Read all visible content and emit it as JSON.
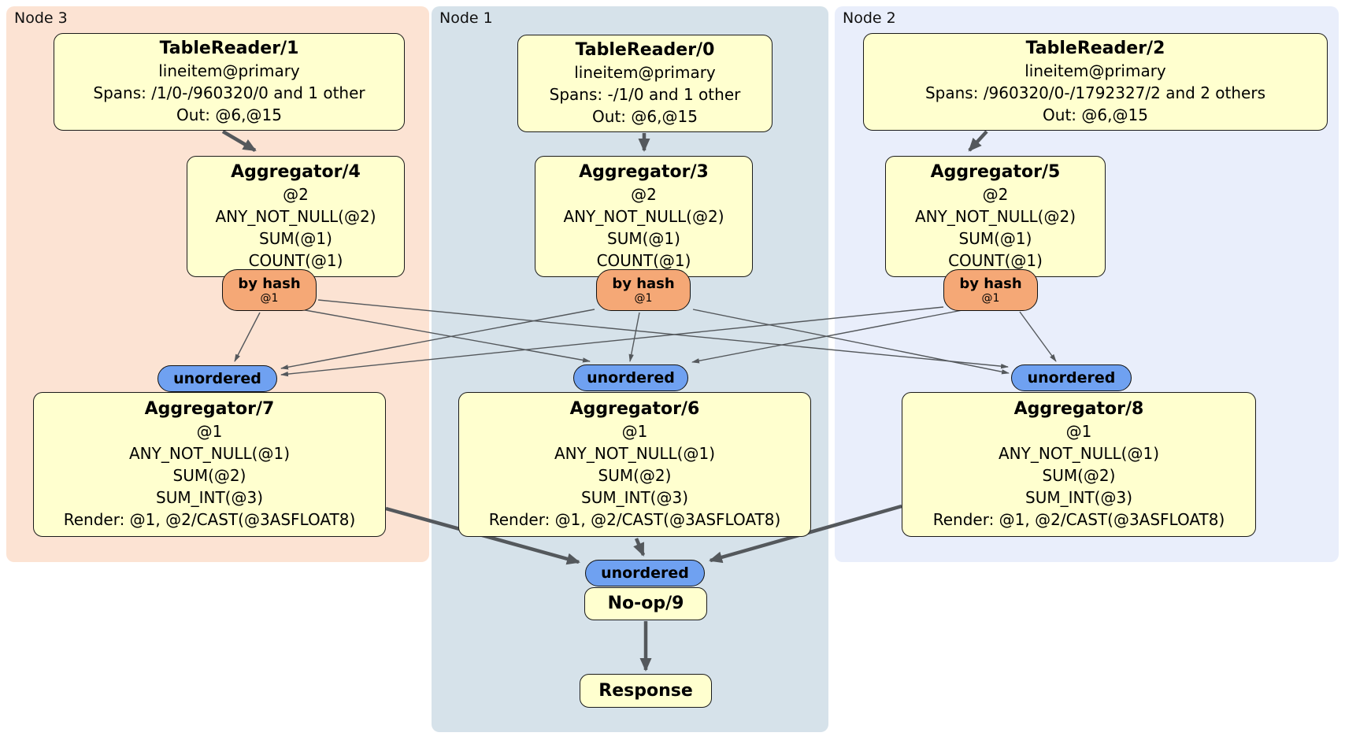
{
  "regions": {
    "node3": {
      "label": "Node 3"
    },
    "node1": {
      "label": "Node 1"
    },
    "node2": {
      "label": "Node 2"
    }
  },
  "processors": {
    "tr1": {
      "title": "TableReader/1",
      "lines": [
        "lineitem@primary",
        "Spans: /1/0-/960320/0 and 1 other",
        "Out: @6,@15"
      ]
    },
    "tr0": {
      "title": "TableReader/0",
      "lines": [
        "lineitem@primary",
        "Spans: -/1/0 and 1 other",
        "Out: @6,@15"
      ]
    },
    "tr2": {
      "title": "TableReader/2",
      "lines": [
        "lineitem@primary",
        "Spans: /960320/0-/1792327/2 and 2 others",
        "Out: @6,@15"
      ]
    },
    "agg4": {
      "title": "Aggregator/4",
      "lines": [
        "@2",
        "ANY_NOT_NULL(@2)",
        "SUM(@1)",
        "COUNT(@1)"
      ]
    },
    "agg3": {
      "title": "Aggregator/3",
      "lines": [
        "@2",
        "ANY_NOT_NULL(@2)",
        "SUM(@1)",
        "COUNT(@1)"
      ]
    },
    "agg5": {
      "title": "Aggregator/5",
      "lines": [
        "@2",
        "ANY_NOT_NULL(@2)",
        "SUM(@1)",
        "COUNT(@1)"
      ]
    },
    "agg7": {
      "title": "Aggregator/7",
      "lines": [
        "@1",
        "ANY_NOT_NULL(@1)",
        "SUM(@2)",
        "SUM_INT(@3)",
        "Render: @1, @2/CAST(@3ASFLOAT8)"
      ]
    },
    "agg6": {
      "title": "Aggregator/6",
      "lines": [
        "@1",
        "ANY_NOT_NULL(@1)",
        "SUM(@2)",
        "SUM_INT(@3)",
        "Render: @1, @2/CAST(@3ASFLOAT8)"
      ]
    },
    "agg8": {
      "title": "Aggregator/8",
      "lines": [
        "@1",
        "ANY_NOT_NULL(@1)",
        "SUM(@2)",
        "SUM_INT(@3)",
        "Render: @1, @2/CAST(@3ASFLOAT8)"
      ]
    },
    "noop": {
      "title": "No-op/9"
    },
    "resp": {
      "title": "Response"
    }
  },
  "routers": {
    "hash": {
      "label": "by hash",
      "detail": "@1"
    },
    "unordered": {
      "label": "unordered"
    }
  },
  "colors": {
    "region_node3_bg": "#FCE3D3",
    "region_node1_bg": "#D6E2EA",
    "region_node2_bg": "#E9EEFB",
    "processor_bg": "#FFFFCF",
    "hash_router_bg": "#F5A876",
    "unordered_router_bg": "#6FA1F1",
    "edge": "#54585C"
  }
}
